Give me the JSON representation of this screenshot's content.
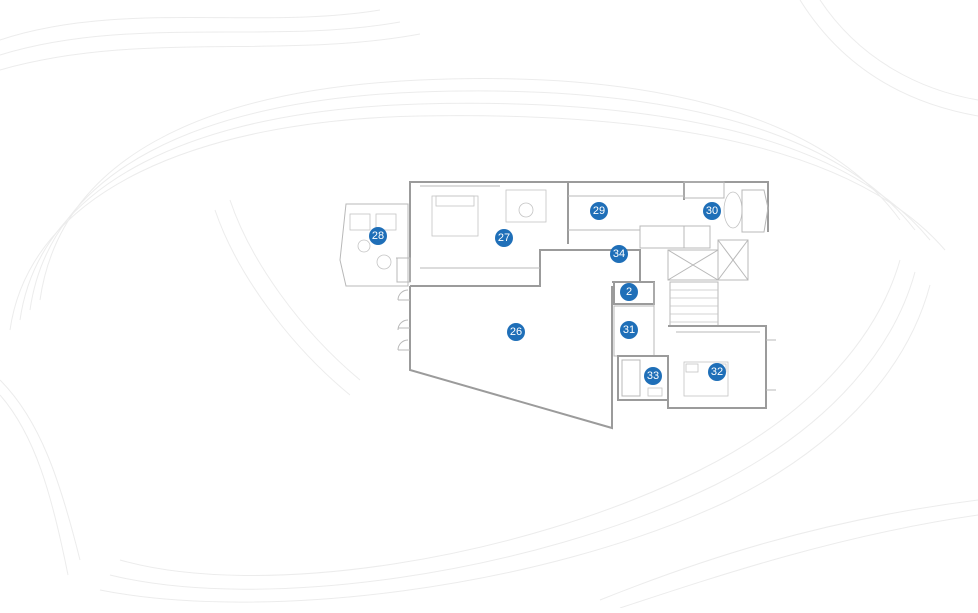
{
  "accent_color": "#1f6fb8",
  "background_pattern": "wave-contour-lines",
  "room_markers": [
    {
      "id": "room-28",
      "label": "28"
    },
    {
      "id": "room-27",
      "label": "27"
    },
    {
      "id": "room-29",
      "label": "29"
    },
    {
      "id": "room-30",
      "label": "30"
    },
    {
      "id": "room-34",
      "label": "34"
    },
    {
      "id": "room-2",
      "label": "2"
    },
    {
      "id": "room-26",
      "label": "26"
    },
    {
      "id": "room-31",
      "label": "31"
    },
    {
      "id": "room-33",
      "label": "33"
    },
    {
      "id": "room-32",
      "label": "32"
    }
  ]
}
